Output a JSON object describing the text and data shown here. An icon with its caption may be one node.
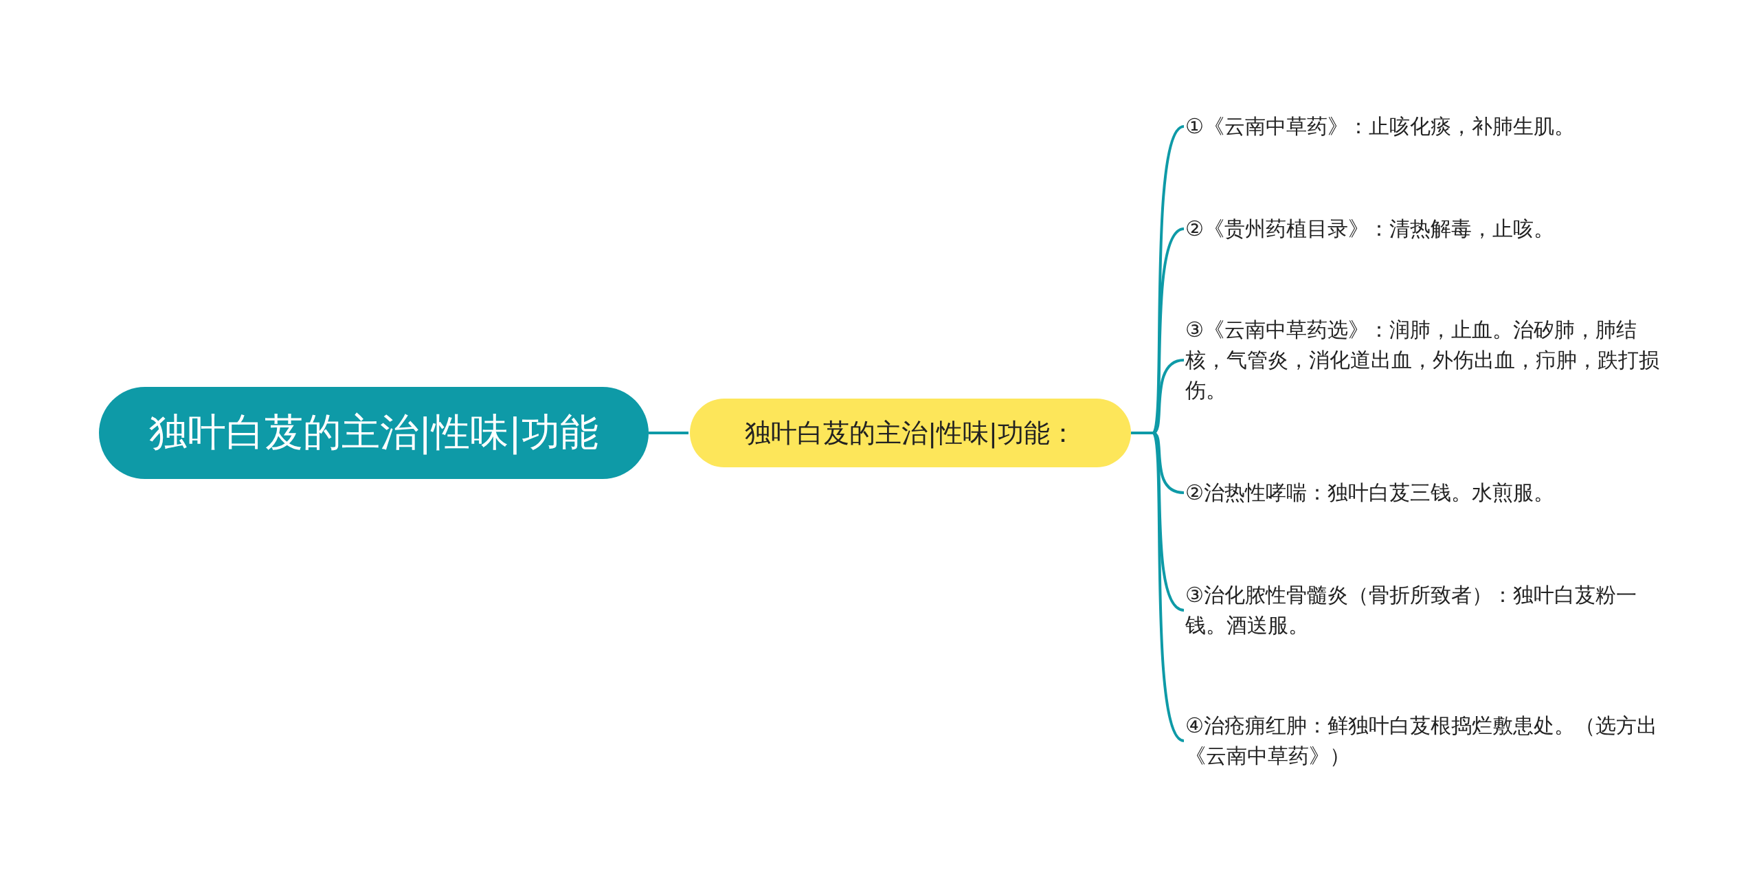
{
  "diagram": {
    "nodes": [
      {
        "text": [
          "独叶白芨的主治|性味|功能"
        ]
      },
      {
        "text": [
          "独叶白芨的主治|性味|功能："
        ]
      },
      {
        "text": [
          "①《云南中草药》：止咳化痰，补肺生肌。"
        ]
      },
      {
        "text": [
          "②《贵州药植目录》：清热解毒，止咳。"
        ]
      },
      {
        "text": [
          "③《云南中草药选》：润肺，止血。治矽肺，肺结核，气管炎，消化道出血，外伤出血，疖肿，跌打损伤。"
        ]
      },
      {
        "text": [
          "②治热性哮喘：独叶白芨三钱。水煎服。"
        ]
      },
      {
        "text": [
          "③治化脓性骨髓炎（骨折所致者）：独叶白芨粉一钱。酒送服。"
        ]
      },
      {
        "text": [
          "④治疮痈红肿：鲜独叶白芨根捣烂敷患处。（选方出《云南中草药》）"
        ]
      }
    ],
    "edges": [
      {
        "from": 0,
        "to": 1,
        "arrow": "none"
      },
      {
        "from": 1,
        "to": 2,
        "arrow": "none"
      },
      {
        "from": 1,
        "to": 3,
        "arrow": "none"
      },
      {
        "from": 1,
        "to": 4,
        "arrow": "none"
      },
      {
        "from": 1,
        "to": 5,
        "arrow": "none"
      },
      {
        "from": 1,
        "to": 6,
        "arrow": "none"
      },
      {
        "from": 1,
        "to": 7,
        "arrow": "none"
      }
    ]
  }
}
